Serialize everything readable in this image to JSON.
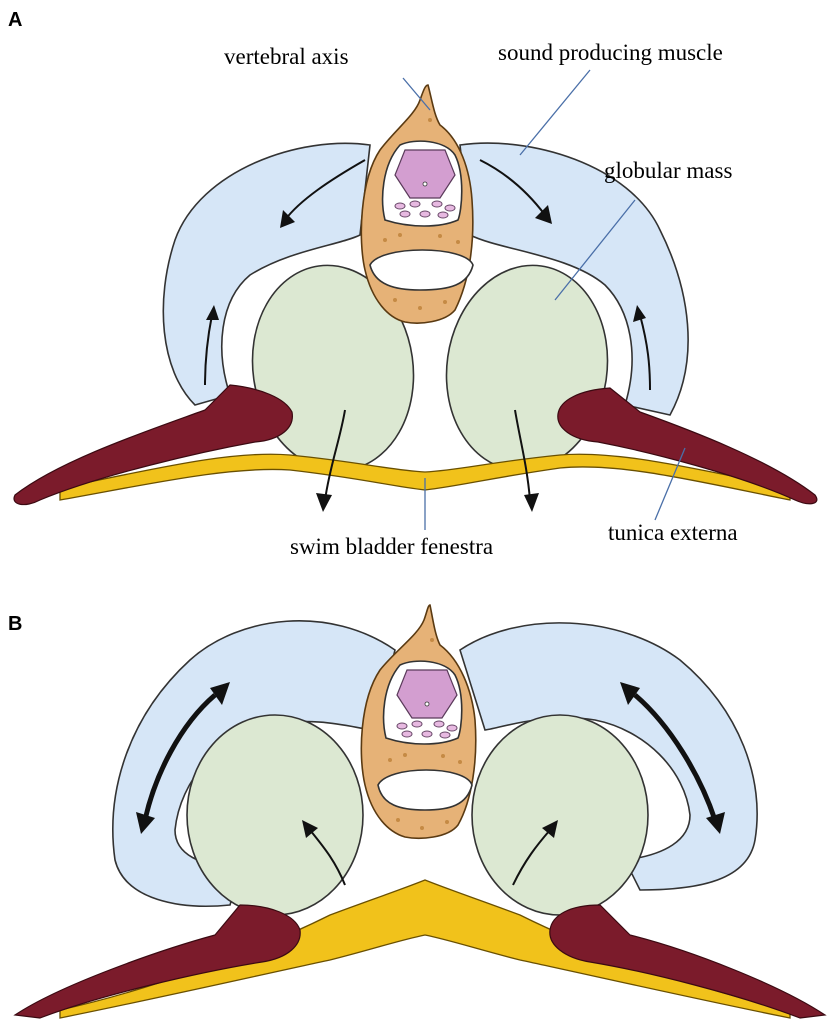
{
  "panels": [
    {
      "letter": "A",
      "labels": {
        "vertebral_axis": "vertebral axis",
        "sound_producing_muscle": "sound producing muscle",
        "globular_mass": "globular mass",
        "swim_bladder_fenestra": "swim bladder fenestra",
        "tunica_externa": "tunica externa"
      }
    },
    {
      "letter": "B"
    }
  ],
  "colors": {
    "muscle": "#d6e6f7",
    "globular_mass": "#dce8d2",
    "vertebra": "#e6b277",
    "spinal_cord": "#d39ed0",
    "red_structure": "#7b1b2b",
    "tunica": "#f1c21b"
  }
}
